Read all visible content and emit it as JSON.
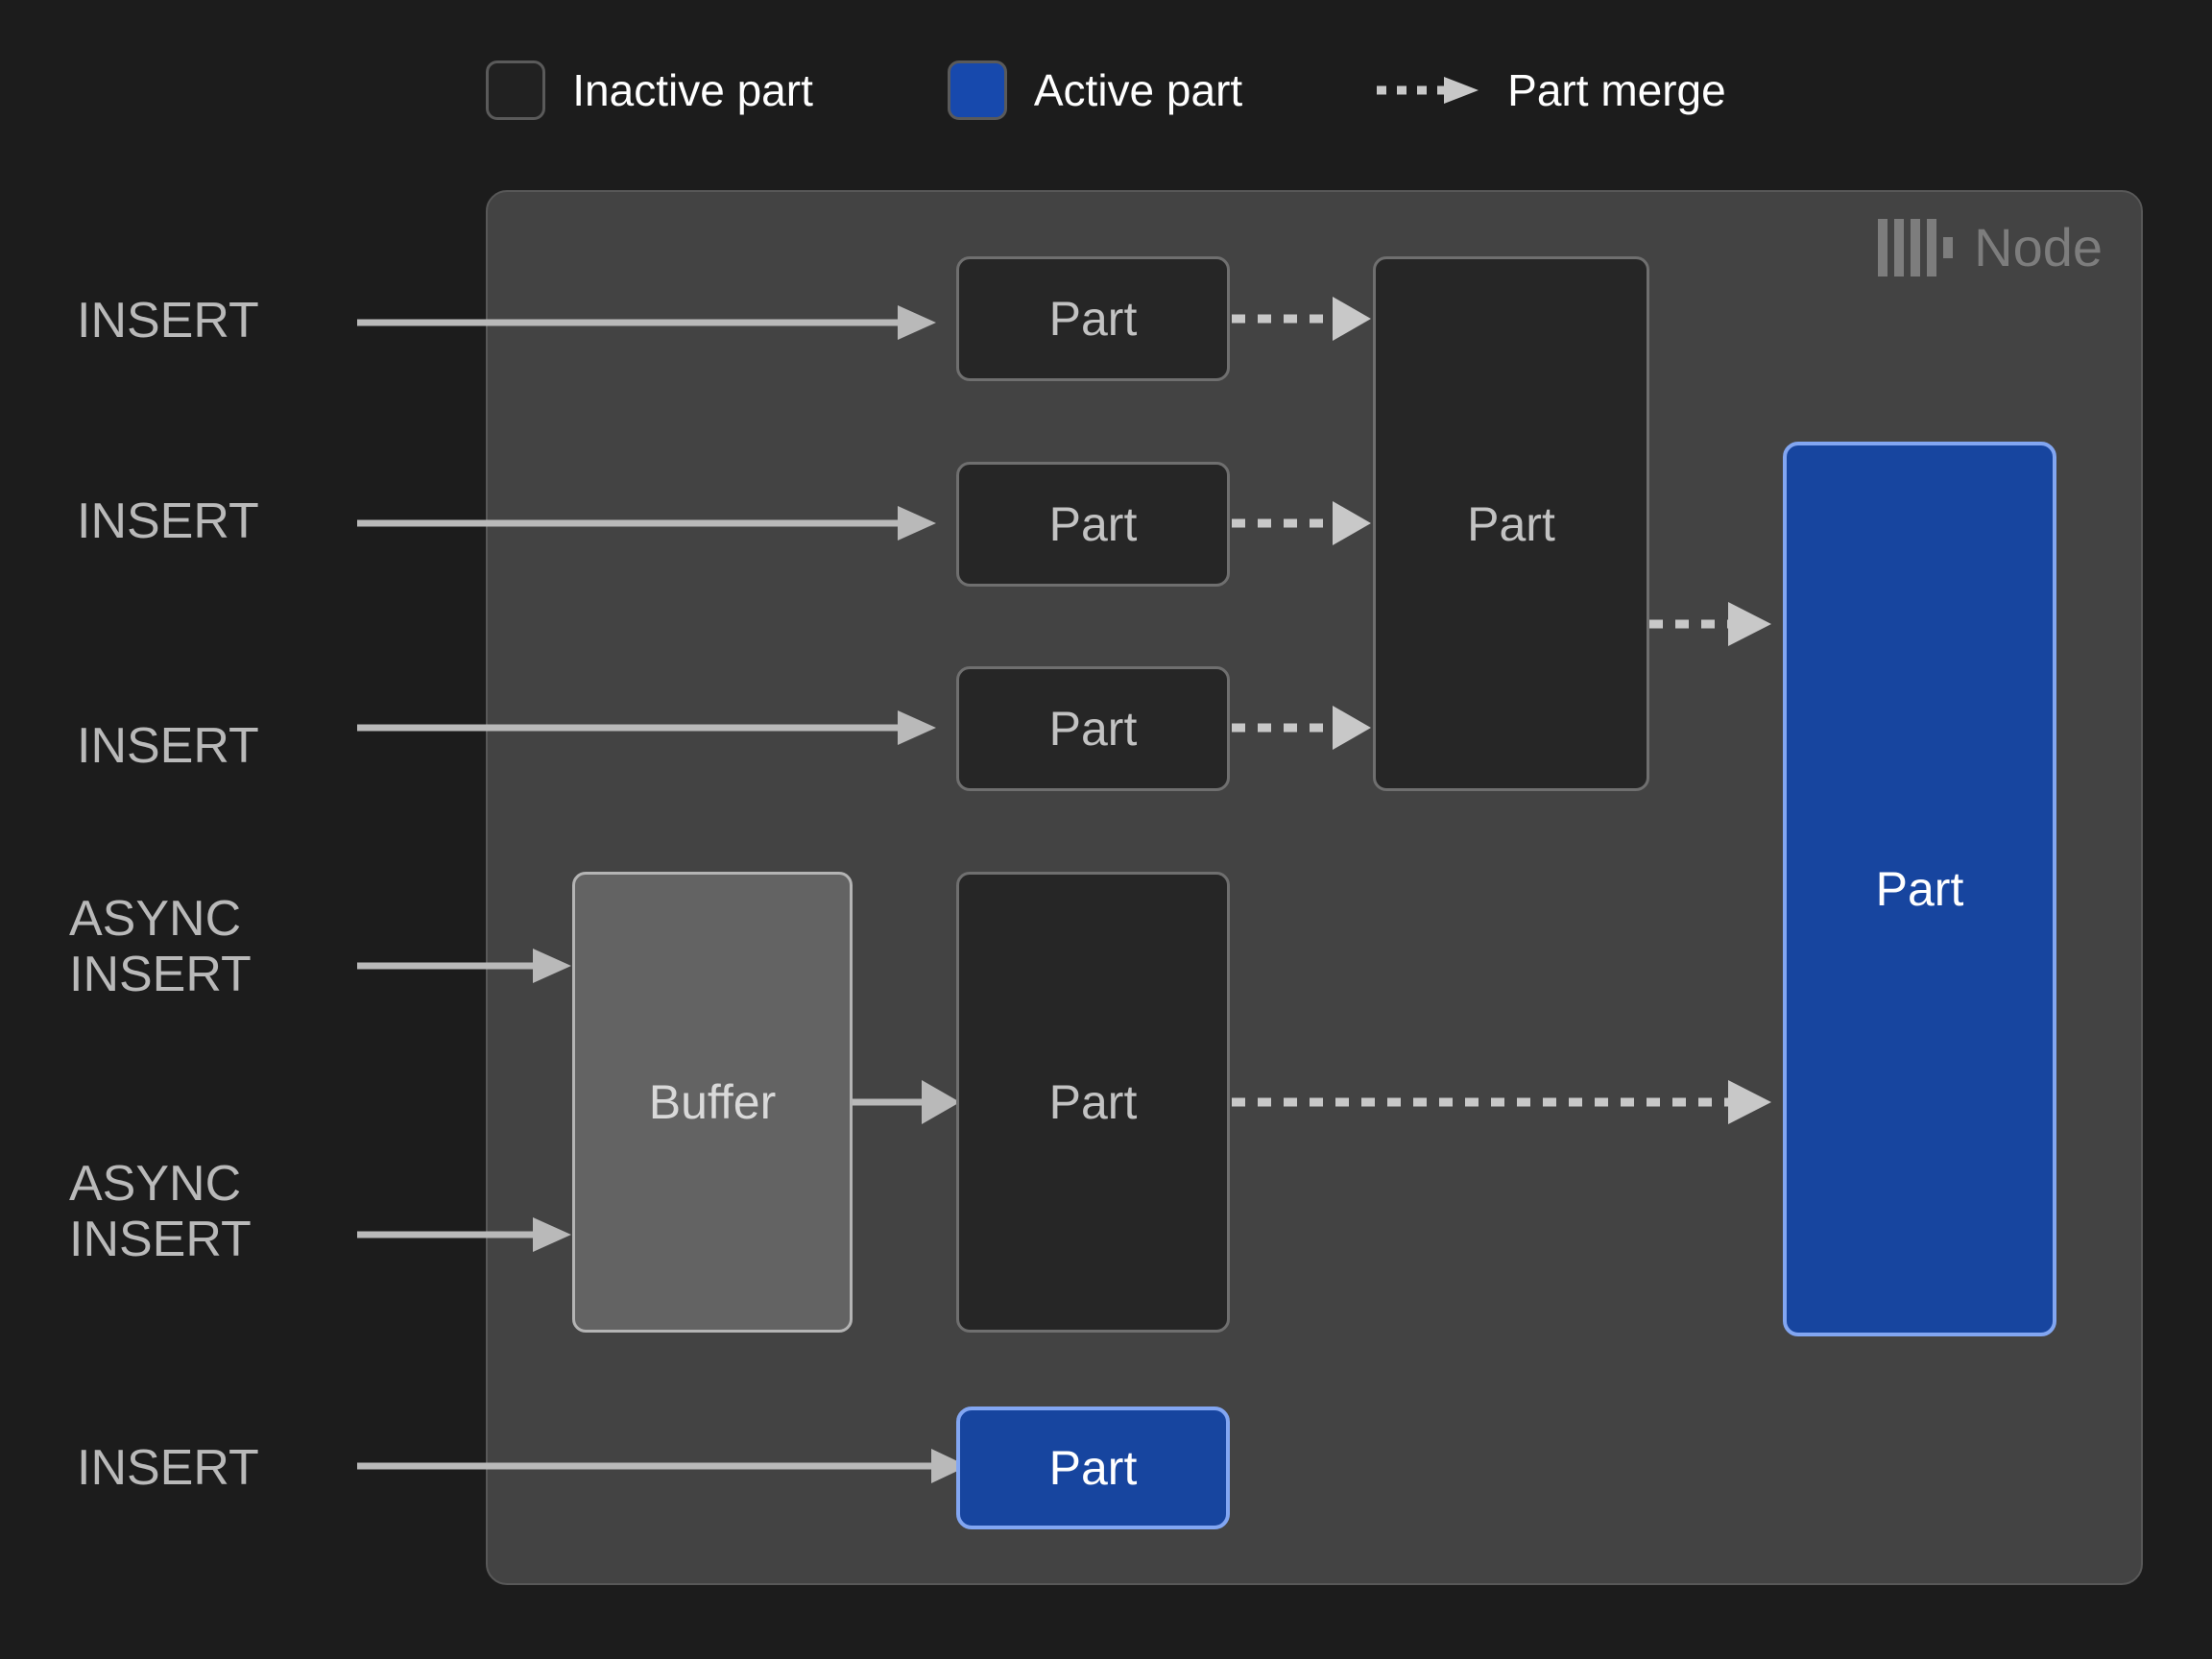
{
  "legend": {
    "items": [
      {
        "icon": "inactive-part-swatch",
        "label": "Inactive part",
        "color": "#212121"
      },
      {
        "icon": "active-part-swatch",
        "label": "Active part",
        "color": "#1749ad"
      },
      {
        "icon": "dashed-arrow-icon",
        "label": "Part merge",
        "color": "#c8c8c8"
      }
    ]
  },
  "node": {
    "title": "Node",
    "logo_icon": "clickhouse-logo-icon",
    "background": "#434343",
    "border": "#585858"
  },
  "sources": [
    {
      "id": "insert-1",
      "text": "INSERT"
    },
    {
      "id": "insert-2",
      "text": "INSERT"
    },
    {
      "id": "insert-3",
      "text": "INSERT"
    },
    {
      "id": "async-insert-1",
      "text": "ASYNC\nINSERT"
    },
    {
      "id": "async-insert-2",
      "text": "ASYNC\nINSERT"
    },
    {
      "id": "insert-4",
      "text": "INSERT"
    }
  ],
  "boxes": {
    "part_row_1": "Part",
    "part_row_2": "Part",
    "part_row_3": "Part",
    "merged_part": "Part",
    "buffer": "Buffer",
    "buffered_part": "Part",
    "active_part_big": "Part",
    "active_part_bottom": "Part"
  },
  "colors": {
    "canvas": "#1c1c1c",
    "inactive_fill": "#262626",
    "inactive_border": "#6f6f6f",
    "active_fill": "#17459f",
    "active_border": "#82a6f2",
    "buffer_fill": "#636363",
    "buffer_border": "#b4b4b4",
    "text_primary": "#ffffff",
    "text_muted": "#b9b9b9",
    "arrow": "#c8c8c8"
  }
}
